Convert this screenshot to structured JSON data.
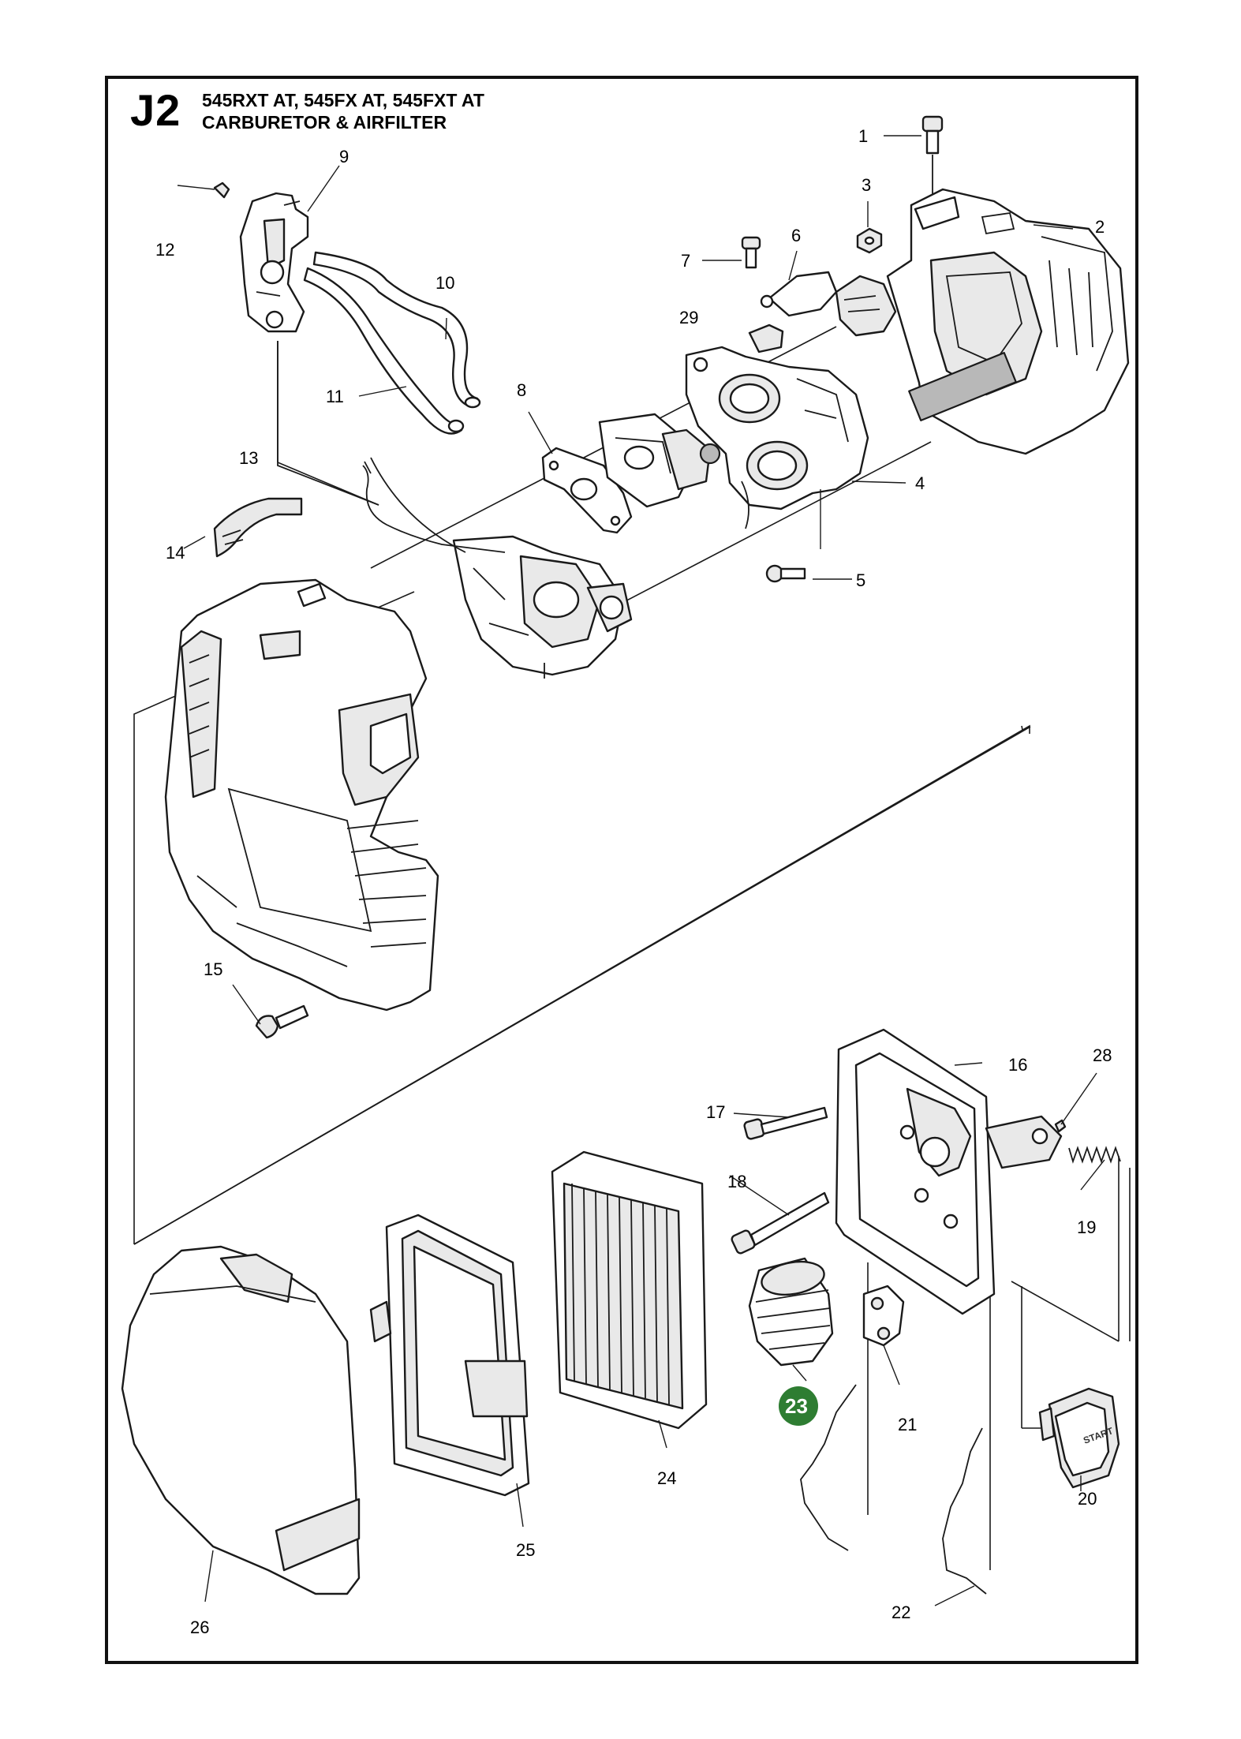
{
  "header": {
    "section_code": "J2",
    "models": "545RXT AT, 545FX AT, 545FXT AT",
    "title": "CARBURETOR & AIRFILTER"
  },
  "callouts": {
    "c1": "1",
    "c2": "2",
    "c3": "3",
    "c4": "4",
    "c5": "5",
    "c6": "6",
    "c7": "7",
    "c8": "8",
    "c9": "9",
    "c10": "10",
    "c11": "11",
    "c12": "12",
    "c13": "13",
    "c14": "14",
    "c15": "15",
    "c16": "16",
    "c17": "17",
    "c18": "18",
    "c19": "19",
    "c20": "20",
    "c21": "21",
    "c22": "22",
    "c23": "23",
    "c24": "24",
    "c25": "25",
    "c26": "26",
    "c28": "28",
    "c29": "29"
  },
  "highlight": {
    "part": "23",
    "color": "#2e7d32"
  },
  "start_button_text": "START"
}
